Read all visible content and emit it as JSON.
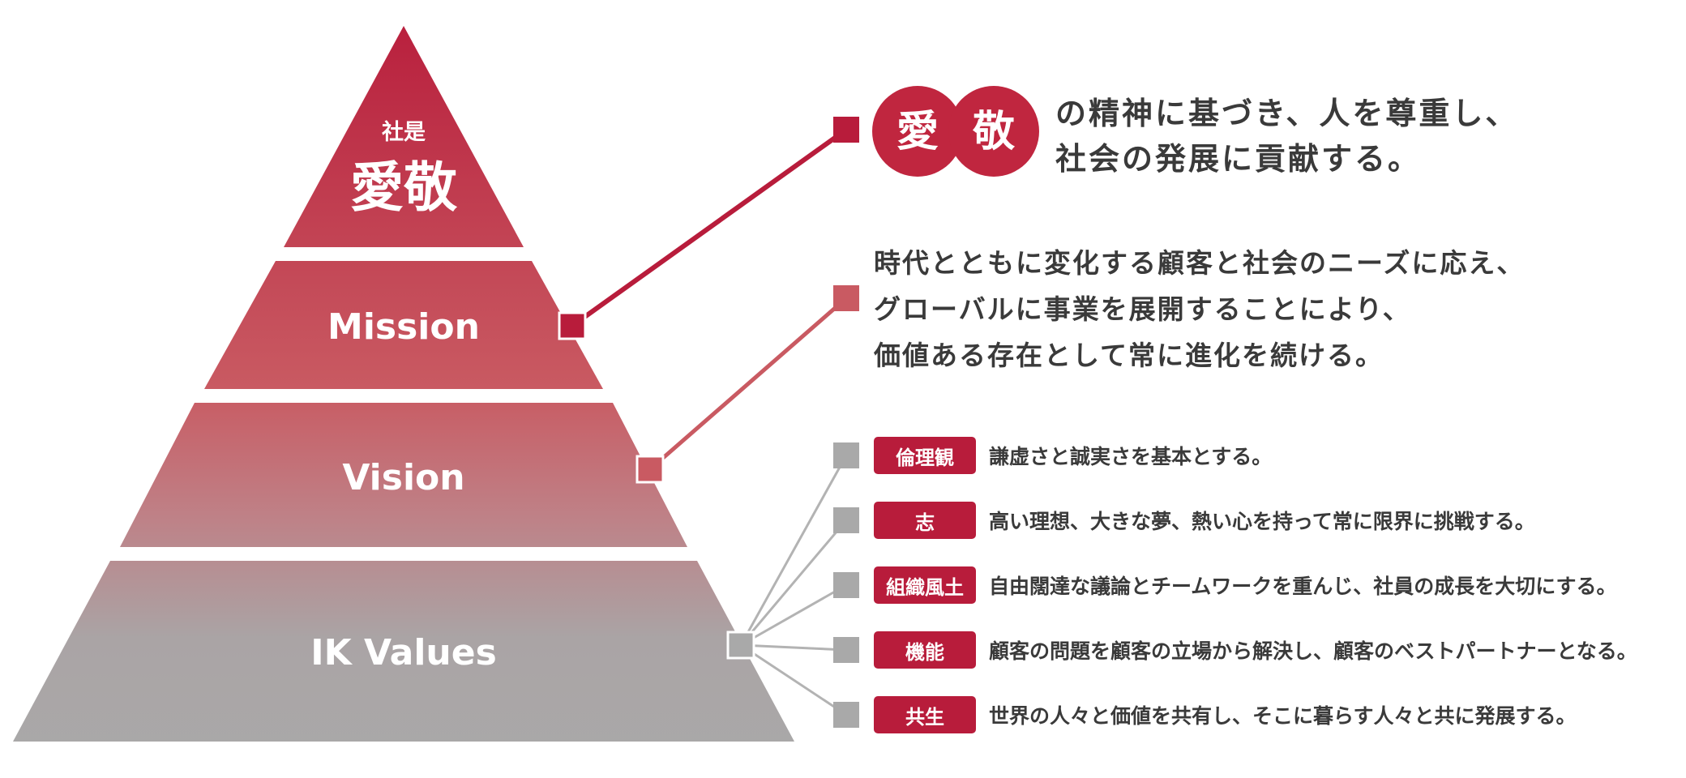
{
  "colors": {
    "crimson": "#b81c3b",
    "rose": "#c95a62",
    "gray": "#a9a9a9",
    "text": "#3a3a3a",
    "connector_value": "#b3b3b3"
  },
  "pyramid": {
    "motto_caption": "社是",
    "motto_label": "愛敬",
    "mission_label": "Mission",
    "vision_label": "Vision",
    "values_label": "IK Values"
  },
  "motto": {
    "char1": "愛",
    "char2": "敬",
    "lines": [
      "の精神に基づき、人を尊重し、",
      "社会の発展に貢献する。"
    ]
  },
  "mission": {
    "lines": [
      "時代とともに変化する顧客と社会のニーズに応え、",
      "グローバルに事業を展開することにより、",
      "価値ある存在として常に進化を続ける。"
    ]
  },
  "values": [
    {
      "tag": "倫理観",
      "text": "謙虚さと誠実さを基本とする。"
    },
    {
      "tag": "志",
      "text": "高い理想、大きな夢、熱い心を持って常に限界に挑戦する。"
    },
    {
      "tag": "組織風土",
      "text": "自由闊達な議論とチームワークを重んじ、社員の成長を大切にする。"
    },
    {
      "tag": "機能",
      "text": "顧客の問題を顧客の立場から解決し、顧客のベストパートナーとなる。"
    },
    {
      "tag": "共生",
      "text": "世界の人々と価値を共有し、そこに暮らす人々と共に発展する。"
    }
  ]
}
